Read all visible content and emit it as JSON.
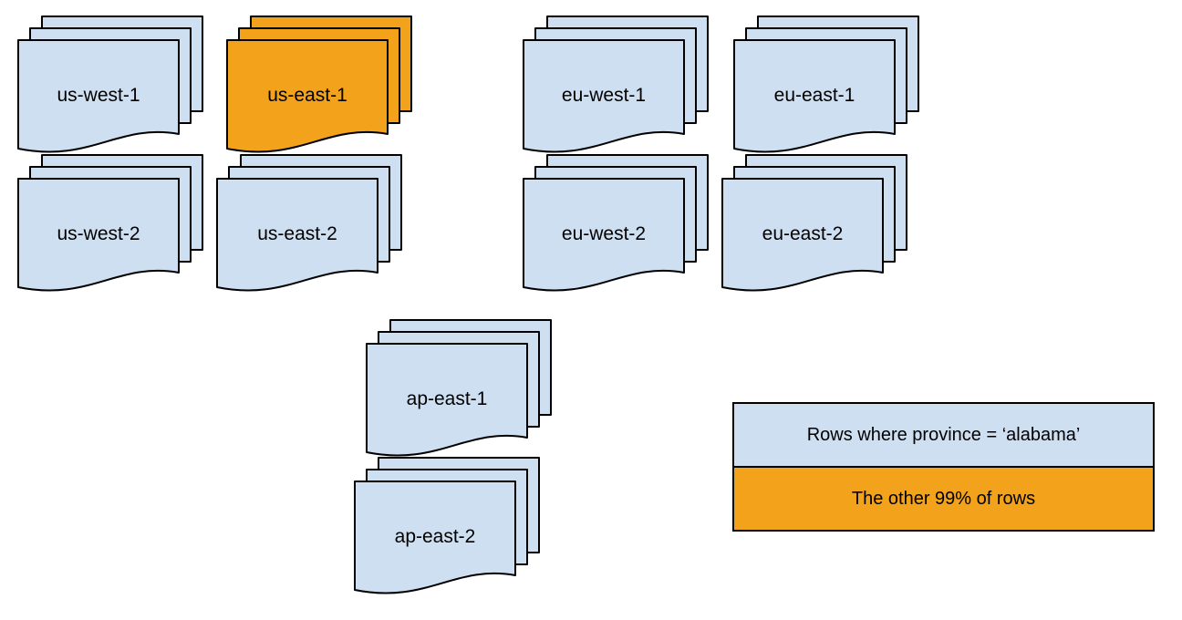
{
  "colors": {
    "region_fill": "#cedff2",
    "highlight_fill": "#f2a31b",
    "stroke": "#000000",
    "text": "#000000"
  },
  "stacks": [
    {
      "label": "us-west-1",
      "variant": "blue"
    },
    {
      "label": "us-east-1",
      "variant": "orange"
    },
    {
      "label": "eu-west-1",
      "variant": "blue"
    },
    {
      "label": "eu-east-1",
      "variant": "blue"
    },
    {
      "label": "us-west-2",
      "variant": "blue"
    },
    {
      "label": "us-east-2",
      "variant": "blue"
    },
    {
      "label": "eu-west-2",
      "variant": "blue"
    },
    {
      "label": "eu-east-2",
      "variant": "blue"
    },
    {
      "label": "ap-east-1",
      "variant": "blue"
    },
    {
      "label": "ap-east-2",
      "variant": "blue"
    }
  ],
  "legend": {
    "items": [
      {
        "label": "Rows where province = ‘alabama’",
        "variant": "blue"
      },
      {
        "label": "The other 99% of rows",
        "variant": "orange"
      }
    ]
  }
}
